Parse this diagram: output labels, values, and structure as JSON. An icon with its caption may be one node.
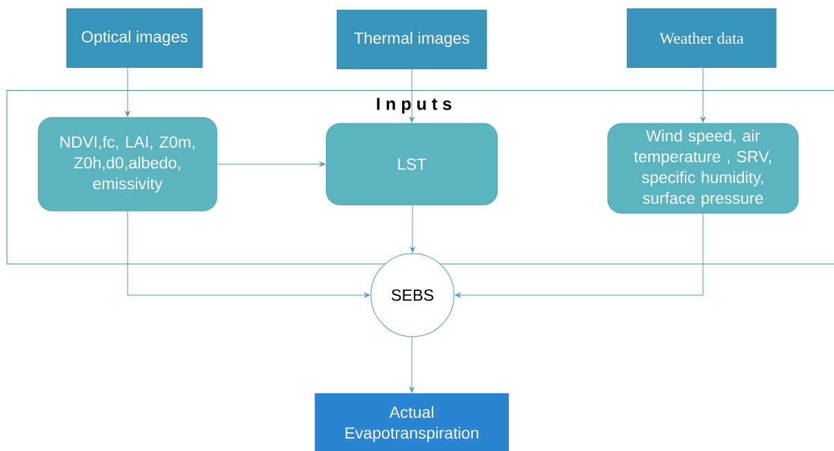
{
  "diagram": {
    "nodes": [
      {
        "text": [
          "I n p u t s"
        ]
      },
      {
        "text": [
          "Optical images"
        ]
      },
      {
        "text": [
          "Thermal images"
        ]
      },
      {
        "text": [
          "Weather data"
        ]
      },
      {
        "text": [
          "NDVI,fc, LAI, Z0m, Z0h,d0,albedo, emissivity"
        ],
        "in": 0
      },
      {
        "text": [
          "LST"
        ],
        "in": 0
      },
      {
        "text": [
          "Wind speed, air temperature , SRV, specific humidity, surface pressure"
        ],
        "in": 0
      },
      {
        "text": [
          "SEBS"
        ]
      },
      {
        "text": [
          "Actual Evapotranspiration"
        ]
      }
    ],
    "edges": [
      {
        "from": 1,
        "to": 4,
        "arrow": "to"
      },
      {
        "from": 2,
        "to": 5,
        "arrow": "to"
      },
      {
        "from": 3,
        "to": 6,
        "arrow": "to"
      },
      {
        "from": 4,
        "to": 5,
        "arrow": "to"
      },
      {
        "from": 4,
        "to": 7,
        "arrow": "to"
      },
      {
        "from": 5,
        "to": 7,
        "arrow": "to"
      },
      {
        "from": 6,
        "to": 7,
        "arrow": "to"
      },
      {
        "from": 7,
        "to": 8,
        "arrow": "to"
      }
    ]
  }
}
